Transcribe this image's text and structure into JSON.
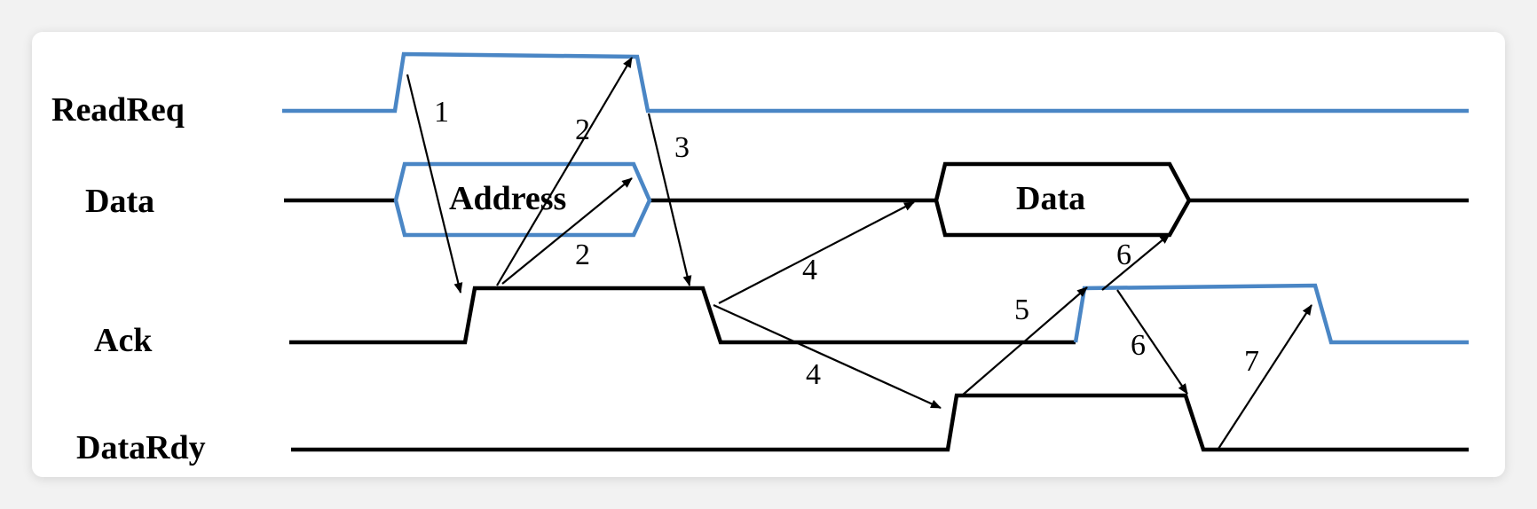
{
  "signals": {
    "readreq": "ReadReq",
    "data": "Data",
    "ack": "Ack",
    "datardy": "DataRdy"
  },
  "bus": {
    "address_label": "Address",
    "data_label": "Data"
  },
  "steps": [
    "1",
    "2",
    "2",
    "3",
    "4",
    "4",
    "5",
    "6",
    "6",
    "7"
  ],
  "colors": {
    "highlight": "#4a86c5",
    "line": "#000000",
    "card": "#ffffff",
    "background": "#f2f2f2"
  }
}
